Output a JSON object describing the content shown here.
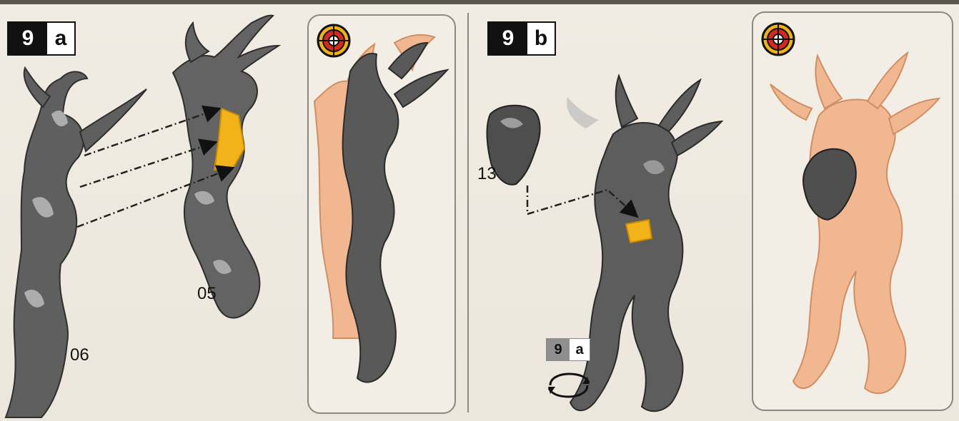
{
  "step_a": {
    "number": "9",
    "letter": "a"
  },
  "step_b": {
    "number": "9",
    "letter": "b"
  },
  "reference_badge": {
    "number": "9",
    "letter": "a"
  },
  "part_labels": {
    "p05": "05",
    "p06": "06",
    "p13": "13"
  },
  "icons": {
    "target": "target-icon",
    "rotate": "rotate-arrows-icon"
  },
  "colors": {
    "metal": "#5b5b5b",
    "highlight": "#f1b21a",
    "assembled": "#f0b790",
    "red": "#d32a1f"
  }
}
